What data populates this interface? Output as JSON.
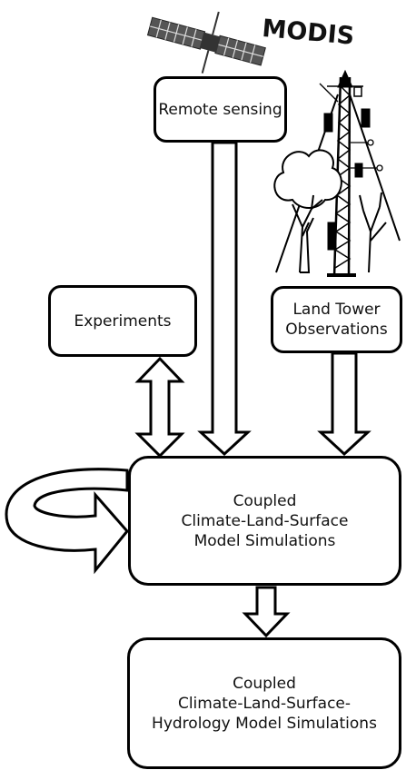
{
  "modis_label": "MODIS",
  "boxes": {
    "remote_sensing": "Remote sensing",
    "experiments": "Experiments",
    "land_tower": [
      "Land Tower",
      "Observations"
    ],
    "clm_sim": [
      "Coupled",
      "Climate-Land-Surface",
      "Model Simulations"
    ],
    "clhm_sim": [
      "Coupled",
      "Climate-Land-Surface-",
      "Hydrology Model Simulations"
    ]
  },
  "icons": [
    "satellite-icon",
    "flux-tower-icon",
    "tree-icon"
  ],
  "colors": {
    "stroke": "#000000",
    "fill": "#ffffff",
    "satellite_panel": "#555555"
  }
}
